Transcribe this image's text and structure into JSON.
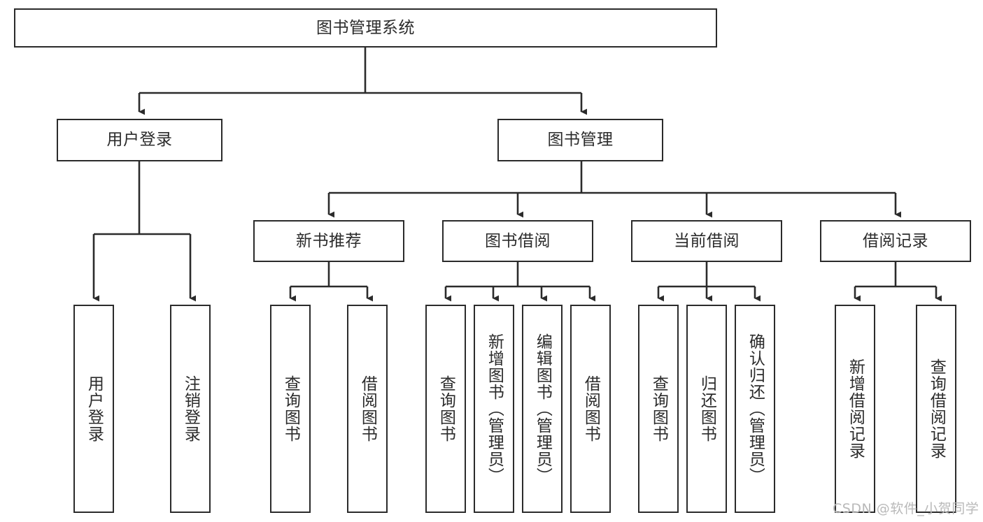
{
  "diagram": {
    "title": "图书管理系统",
    "type": "tree",
    "root": {
      "label": "图书管理系统"
    },
    "level2": [
      {
        "label": "用户登录"
      },
      {
        "label": "图书管理"
      }
    ],
    "level3": [
      {
        "label": "新书推荐"
      },
      {
        "label": "图书借阅"
      },
      {
        "label": "当前借阅"
      },
      {
        "label": "借阅记录"
      }
    ],
    "leaves": {
      "user_login": [
        {
          "label": "用户登录"
        },
        {
          "label": "注销登录"
        }
      ],
      "new_book_recommend": [
        {
          "label": "查询图书"
        },
        {
          "label": "借阅图书"
        }
      ],
      "book_borrow": [
        {
          "label": "查询图书"
        },
        {
          "label": "新增图书（管理员）"
        },
        {
          "label": "编辑图书（管理员）"
        },
        {
          "label": "借阅图书"
        }
      ],
      "current_borrow": [
        {
          "label": "查询图书"
        },
        {
          "label": "归还图书"
        },
        {
          "label": "确认归还（管理员）"
        }
      ],
      "borrow_record": [
        {
          "label": "新增借阅记录"
        },
        {
          "label": "查询借阅记录"
        }
      ]
    }
  },
  "watermark": {
    "text": "CSDN @软件_小贺同学"
  },
  "colors": {
    "stroke": "#2b2b2b",
    "fill": "#ffffff",
    "text": "#2b2b2b",
    "watermark": "#b9b9b9"
  }
}
